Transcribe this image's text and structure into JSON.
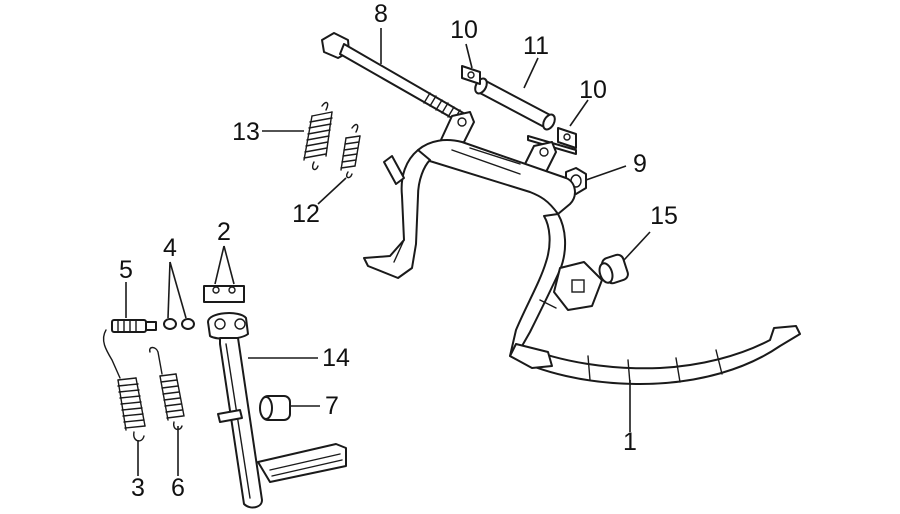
{
  "diagram": {
    "callouts": [
      {
        "id": "c1",
        "label": "1"
      },
      {
        "id": "c2",
        "label": "2"
      },
      {
        "id": "c3",
        "label": "3"
      },
      {
        "id": "c4",
        "label": "4"
      },
      {
        "id": "c5",
        "label": "5"
      },
      {
        "id": "c6",
        "label": "6"
      },
      {
        "id": "c7",
        "label": "7"
      },
      {
        "id": "c8",
        "label": "8"
      },
      {
        "id": "c9",
        "label": "9"
      },
      {
        "id": "c10a",
        "label": "10"
      },
      {
        "id": "c10b",
        "label": "10"
      },
      {
        "id": "c11",
        "label": "11"
      },
      {
        "id": "c12",
        "label": "12"
      },
      {
        "id": "c13",
        "label": "13"
      },
      {
        "id": "c14",
        "label": "14"
      },
      {
        "id": "c15",
        "label": "15"
      }
    ]
  },
  "colors": {
    "line": "#1a1a1a",
    "background": "#ffffff"
  }
}
